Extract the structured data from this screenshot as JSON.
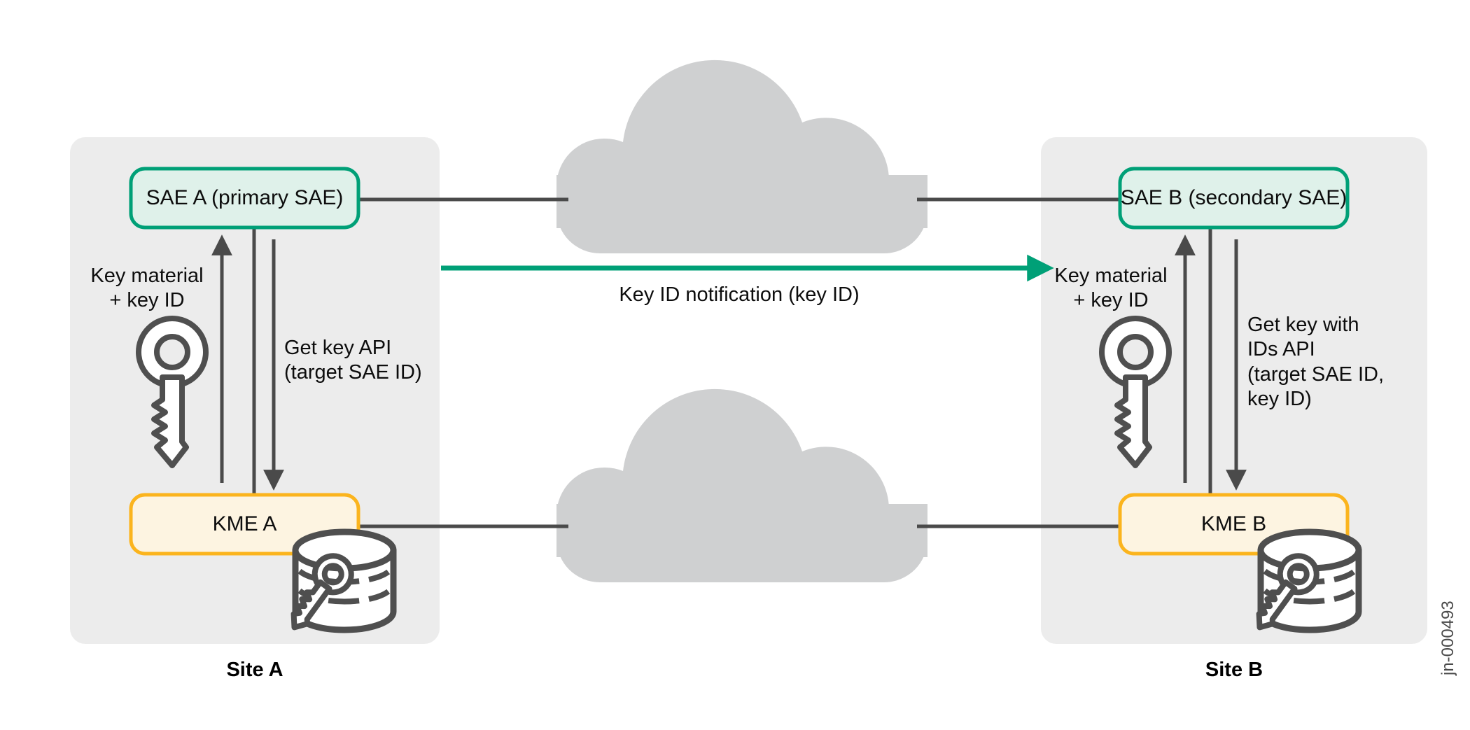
{
  "figure": {
    "id_label": "jn-000493",
    "background": "#ffffff"
  },
  "colors": {
    "site_panel": "#ececec",
    "cloud": "#cfd0d1",
    "sae_border": "#00a077",
    "sae_fill": "#dff1ea",
    "kme_border": "#fbb41d",
    "kme_fill": "#fdf4e1",
    "link_line": "#4a4a4a",
    "notification_arrow": "#00a077",
    "icon_stroke": "#4f4f4f",
    "text": "#0d0d0d"
  },
  "sites": [
    {
      "caption": "Site A",
      "sae": {
        "label": "SAE A (primary SAE)"
      },
      "kme": {
        "label": "KME A"
      },
      "annotations": [
        {
          "name": "key-material-label",
          "text": "Key material\n+ key ID"
        },
        {
          "name": "get-key-api-label",
          "text": "Get key API\n(target SAE ID)"
        }
      ],
      "icons": [
        {
          "name": "key-icon"
        },
        {
          "name": "key-database-icon"
        }
      ]
    },
    {
      "caption": "Site B",
      "sae": {
        "label": "SAE B (secondary SAE)"
      },
      "kme": {
        "label": "KME B"
      },
      "annotations": [
        {
          "name": "key-material-label",
          "text": "Key material\n+ key ID"
        },
        {
          "name": "get-key-with-ids-api-label",
          "text": "Get key with\nIDs API\n(target SAE ID,\nkey ID)"
        }
      ],
      "icons": [
        {
          "name": "key-icon"
        },
        {
          "name": "key-database-icon"
        }
      ]
    }
  ],
  "center": {
    "notification": {
      "label": "Key ID notification (key ID)",
      "direction": "left-to-right"
    },
    "clouds": [
      {
        "name": "cloud-sae-link"
      },
      {
        "name": "cloud-kme-link"
      }
    ]
  }
}
